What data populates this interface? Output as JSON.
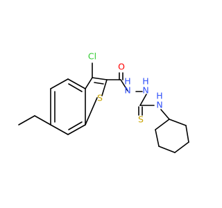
{
  "structure": {
    "atoms": {
      "cl": {
        "symbol": "Cl",
        "color": "#33cc33"
      },
      "o": {
        "symbol": "O",
        "color": "#ff0000"
      },
      "s_ring": {
        "symbol": "S",
        "color": "#c8a400"
      },
      "nh1": {
        "symbol": "N",
        "h_label": "H",
        "color": "#3050f8"
      },
      "nh2": {
        "symbol": "N",
        "h_label": "H",
        "color": "#3050f8"
      },
      "nh3": {
        "symbol": "N",
        "h_label": "H",
        "color": "#3050f8"
      },
      "s_thio": {
        "symbol": "S",
        "color": "#c8a400"
      }
    },
    "bond_color": "#000000"
  }
}
